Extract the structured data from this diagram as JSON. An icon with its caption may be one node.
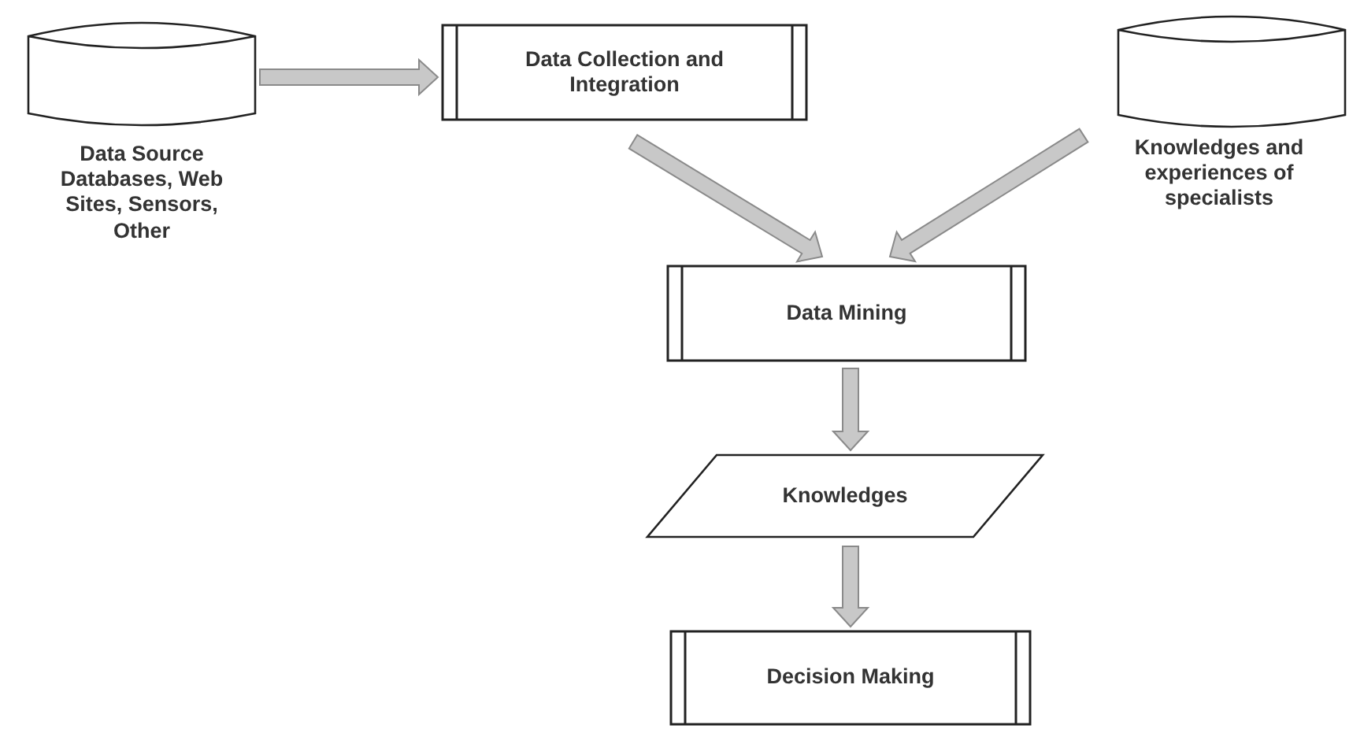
{
  "diagram": {
    "nodes": [
      {
        "text": [
          "Data Source Databases, Web Sites, Sensors, Other"
        ]
      },
      {
        "text": [
          "Data Collection and Integration"
        ]
      },
      {
        "text": [
          "Knowledges and experiences of specialists"
        ]
      },
      {
        "text": [
          "Data Mining"
        ]
      },
      {
        "text": [
          "Knowledges"
        ]
      },
      {
        "text": [
          "Decision Making"
        ]
      }
    ],
    "edges": [
      {
        "from": 0,
        "to": 1,
        "arrow": "to"
      },
      {
        "from": 1,
        "to": 3,
        "arrow": "to"
      },
      {
        "from": 2,
        "to": 3,
        "arrow": "to"
      },
      {
        "from": 3,
        "to": 4,
        "arrow": "to"
      },
      {
        "from": 4,
        "to": 5,
        "arrow": "to"
      }
    ]
  }
}
